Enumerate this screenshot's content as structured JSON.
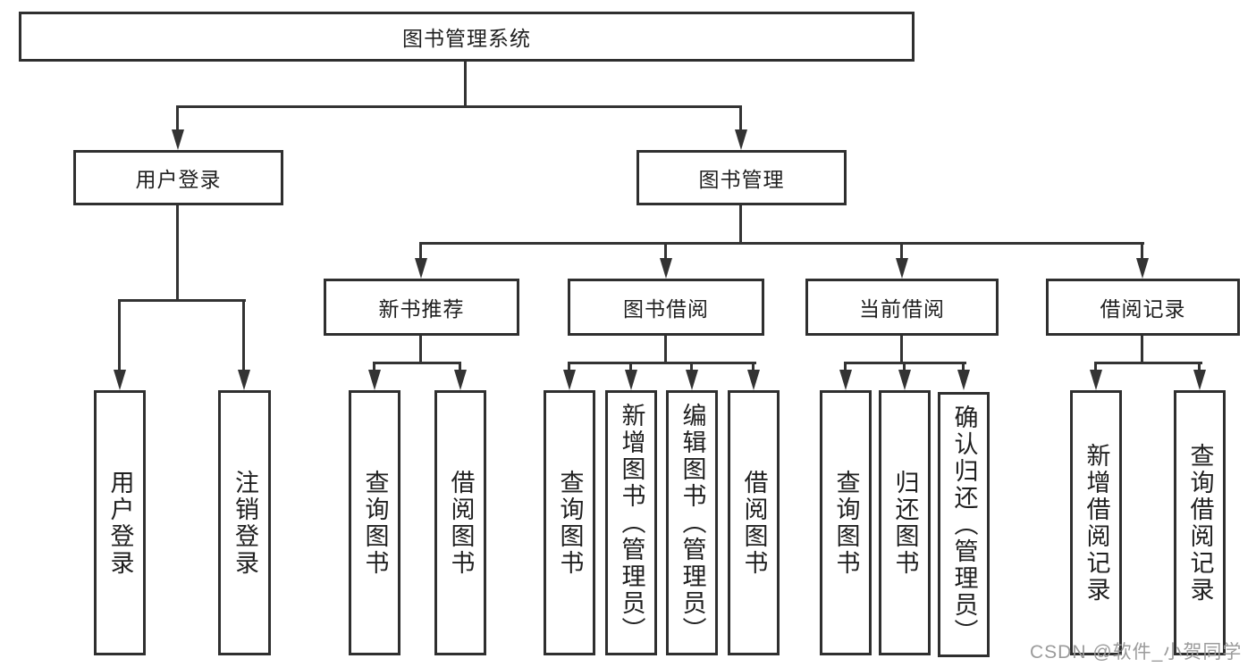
{
  "tree": {
    "label": "图书管理系统",
    "children": [
      {
        "label": "用户登录",
        "children": [
          {
            "label": "用户登录"
          },
          {
            "label": "注销登录"
          }
        ]
      },
      {
        "label": "图书管理",
        "children": [
          {
            "label": "新书推荐",
            "children": [
              {
                "label": "查询图书"
              },
              {
                "label": "借阅图书"
              }
            ]
          },
          {
            "label": "图书借阅",
            "children": [
              {
                "label": "查询图书"
              },
              {
                "label": "新增图书（管理员）"
              },
              {
                "label": "编辑图书（管理员）"
              },
              {
                "label": "借阅图书"
              }
            ]
          },
          {
            "label": "当前借阅",
            "children": [
              {
                "label": "查询图书"
              },
              {
                "label": "归还图书"
              },
              {
                "label": "确认归还（管理员）"
              }
            ]
          },
          {
            "label": "借阅记录",
            "children": [
              {
                "label": "新增借阅记录"
              },
              {
                "label": "查询借阅记录"
              }
            ]
          }
        ]
      }
    ]
  },
  "watermark": {
    "text": "CSDN @软件_小贺同学",
    "color": "#9b9b9b"
  },
  "colors": {
    "line": "#333333",
    "box_border": "#2f2f2f",
    "text": "#1f1f1f",
    "background": "#ffffff"
  }
}
